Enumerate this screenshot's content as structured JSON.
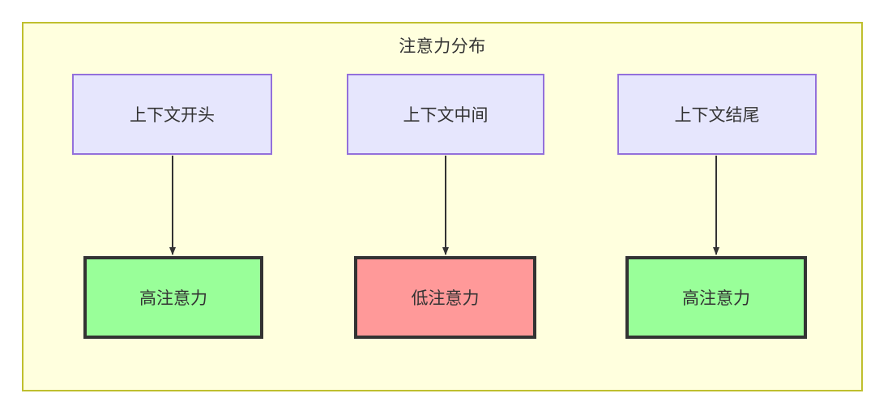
{
  "diagram": {
    "title": "注意力分布",
    "container": {
      "background_color": "#ffffde",
      "border_color": "#bfbf2e"
    },
    "nodes": {
      "top": [
        {
          "id": "context-start",
          "label": "上下文开头",
          "fill": "#e6e6fd",
          "stroke": "#9370db"
        },
        {
          "id": "context-middle",
          "label": "上下文中间",
          "fill": "#e6e6fd",
          "stroke": "#9370db"
        },
        {
          "id": "context-end",
          "label": "上下文结尾",
          "fill": "#e6e6fd",
          "stroke": "#9370db"
        }
      ],
      "bottom": [
        {
          "id": "high-attention-1",
          "label": "高注意力",
          "fill": "#99ff99",
          "stroke": "#333333"
        },
        {
          "id": "low-attention",
          "label": "低注意力",
          "fill": "#ff9999",
          "stroke": "#333333"
        },
        {
          "id": "high-attention-2",
          "label": "高注意力",
          "fill": "#99ff99",
          "stroke": "#333333"
        }
      ]
    },
    "edges": [
      {
        "from": "context-start",
        "to": "high-attention-1",
        "label": ""
      },
      {
        "from": "context-middle",
        "to": "low-attention",
        "label": ""
      },
      {
        "from": "context-end",
        "to": "high-attention-2",
        "label": ""
      }
    ]
  }
}
